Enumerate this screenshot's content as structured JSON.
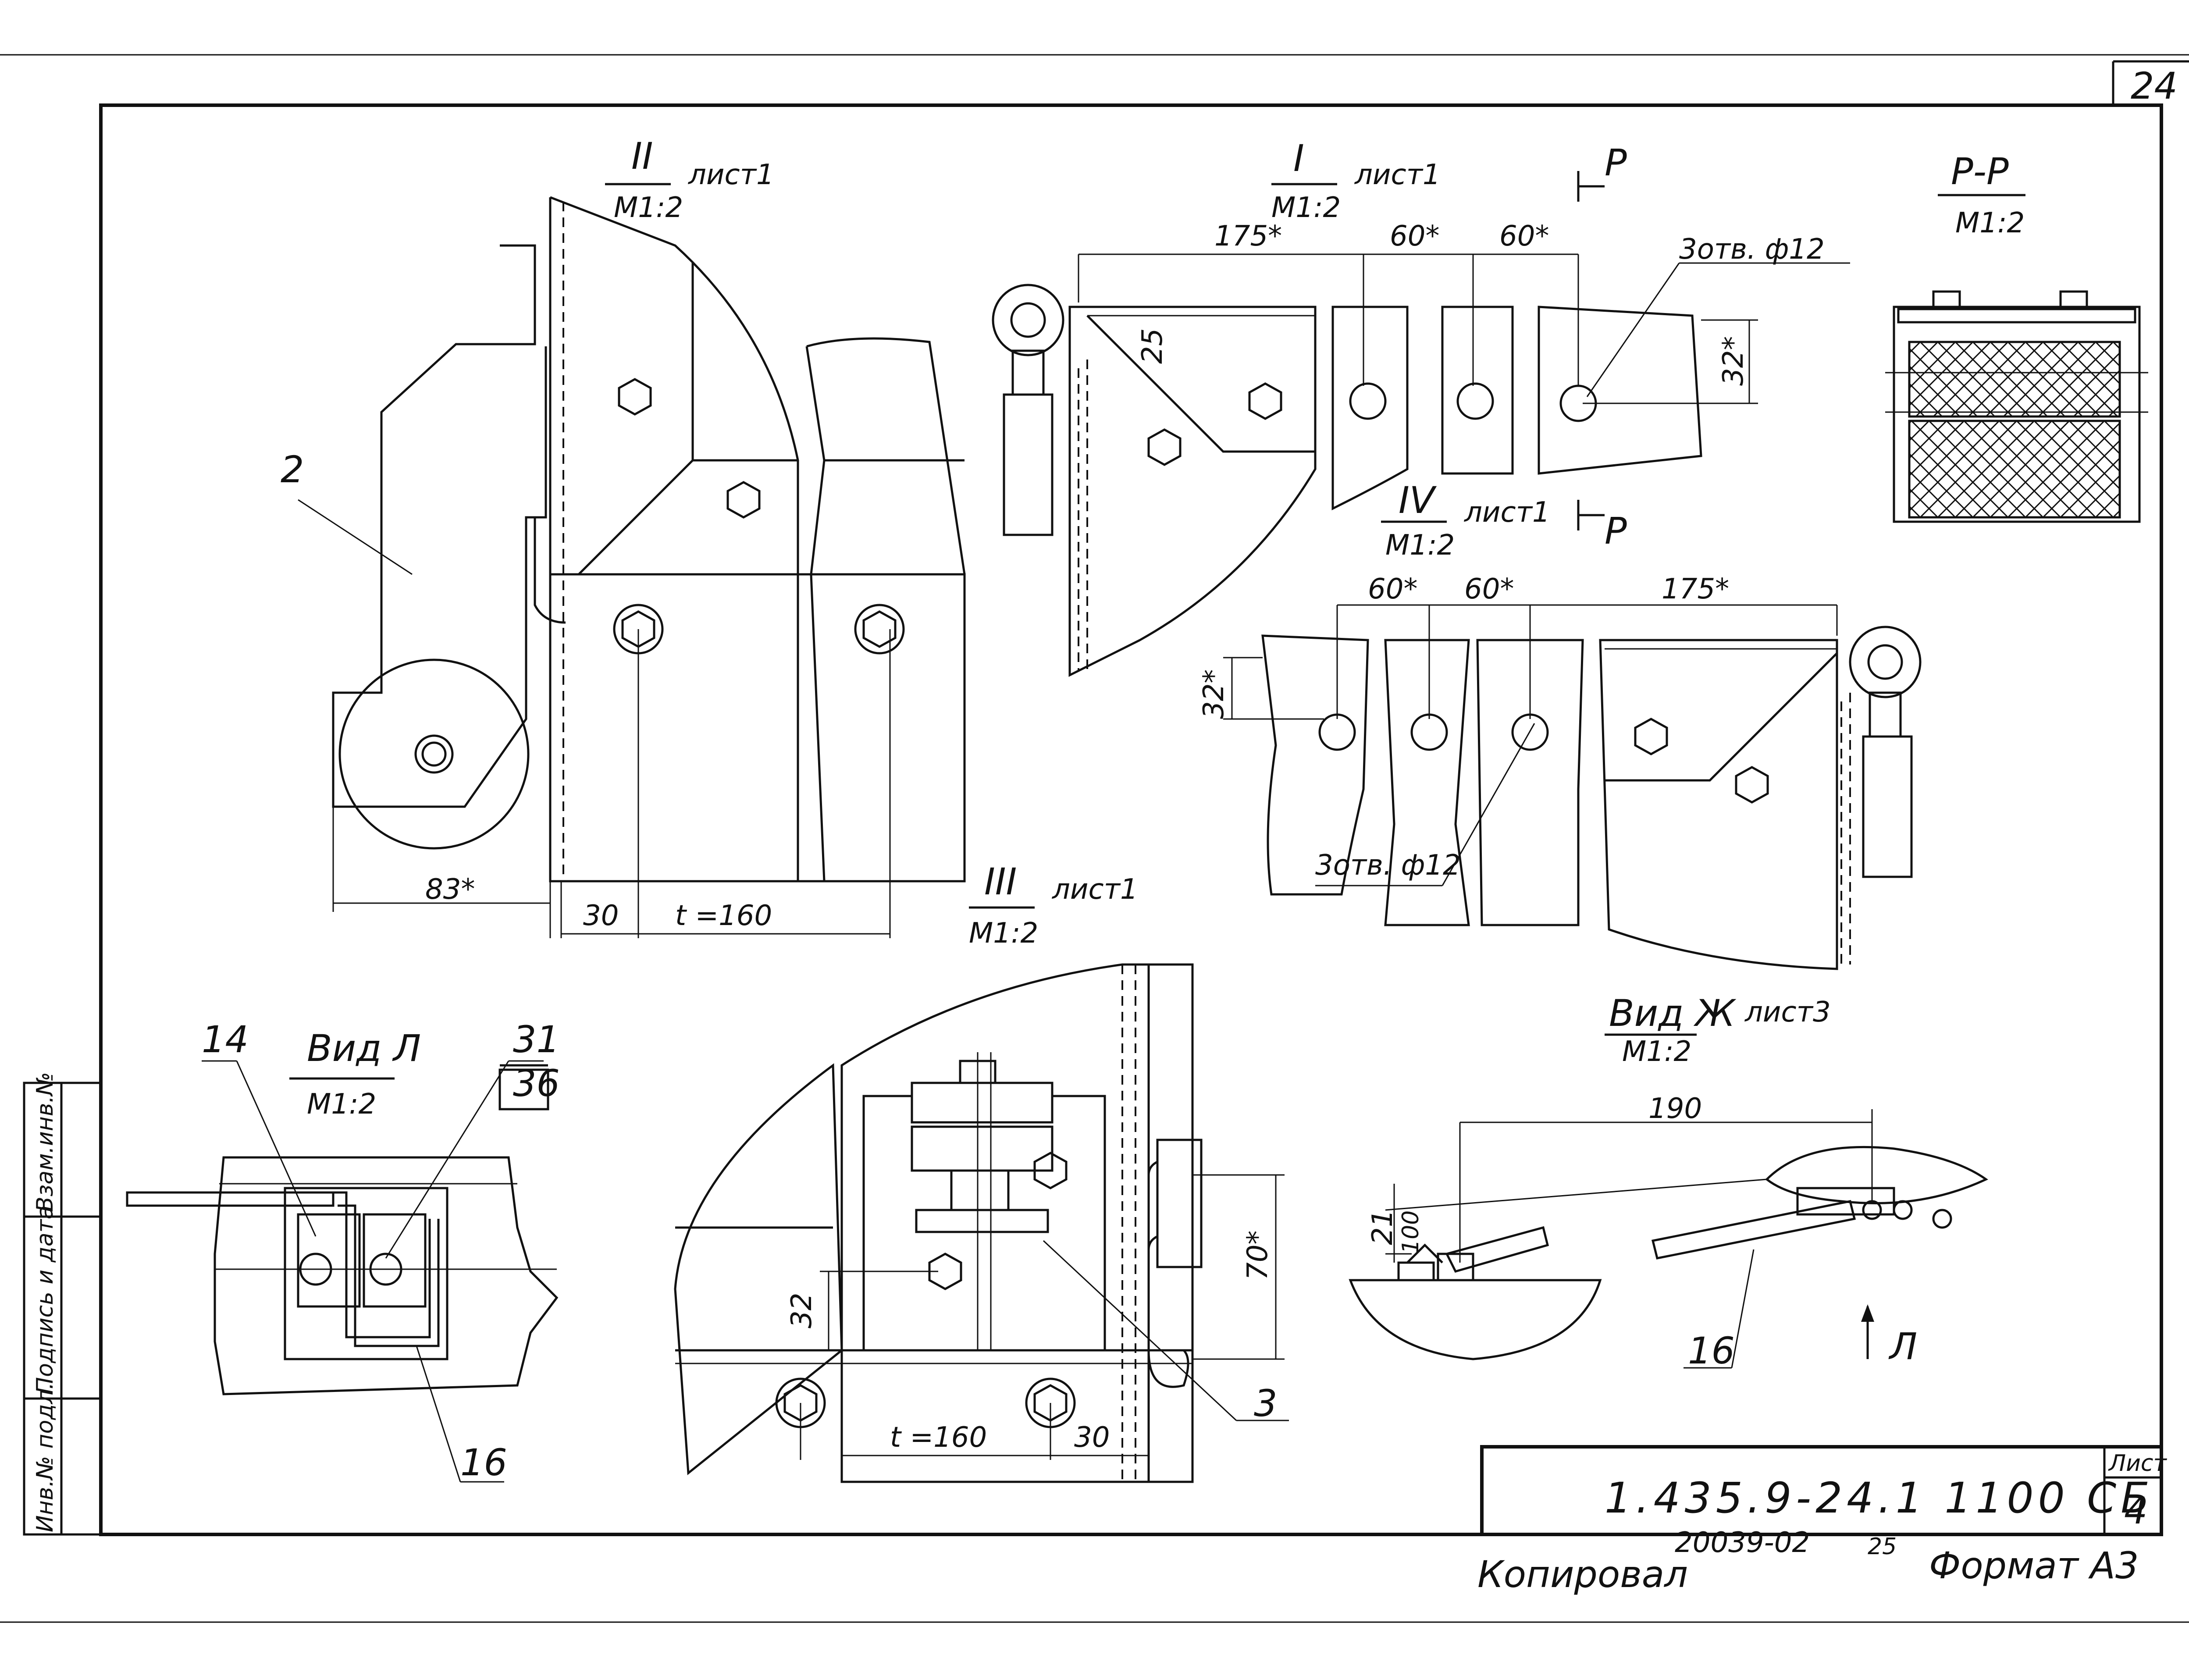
{
  "sheet": {
    "page_number": "24",
    "designation": "1.435.9-24.1 1100 СБ",
    "sheet_label": "Лист",
    "sheet_no": "4",
    "archive_no": "20039-02",
    "archive_sub": "25",
    "copied_label": "Копировал",
    "format_label": "Формат А3"
  },
  "side_stamp": [
    "Инв.№ подл.",
    "Подпись и дата",
    "Взам.инв.№"
  ],
  "views": {
    "view_II": {
      "roman": "II",
      "sheet_ref": "лист1",
      "scale": "М1:2"
    },
    "view_I": {
      "roman": "I",
      "sheet_ref": "лист1",
      "scale": "М1:2"
    },
    "view_IV": {
      "roman": "IV",
      "sheet_ref": "лист1",
      "scale": "М1:2"
    },
    "view_III": {
      "roman": "III",
      "sheet_ref": "лист1",
      "scale": "М1:2"
    },
    "section_PP": {
      "title": "Р-Р",
      "scale": "М1:2",
      "cut_letter": "Р"
    },
    "view_Zh": {
      "title": "Вид Ж",
      "sheet_ref": "лист3",
      "scale": "М1:2"
    },
    "view_L": {
      "title": "Вид Л",
      "scale": "М1:2",
      "arrow_letter": "Л"
    }
  },
  "dimensions": {
    "d175": "175*",
    "d60": "60*",
    "d32": "32*",
    "d25": "25",
    "d83": "83*",
    "d30": "30",
    "t160": "t =160",
    "d70": "70*",
    "d32b": "32",
    "d190": "190",
    "d21": "21",
    "d100": "100",
    "hole": "3отв. ф12"
  },
  "callouts": {
    "c2": "2",
    "c3": "3",
    "c14": "14",
    "c31": "31",
    "c36": "36",
    "c16": "16"
  }
}
